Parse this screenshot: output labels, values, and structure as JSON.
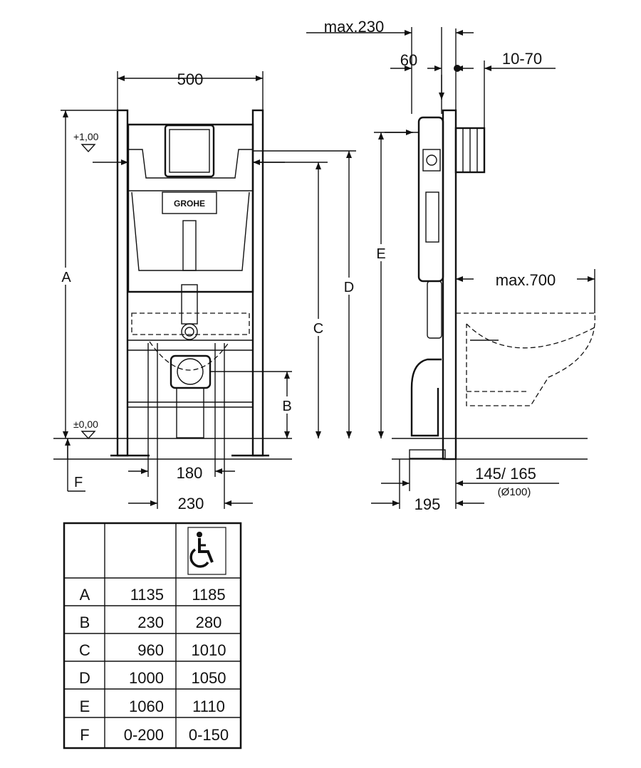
{
  "front_view": {
    "width_label": "500",
    "level_top": "+1,00",
    "level_zero": "±0,00",
    "brand": "GROHE",
    "dim_A": "A",
    "dim_B": "B",
    "dim_C": "C",
    "dim_D": "D",
    "dim_F": "F",
    "dim_180": "180",
    "dim_230": "230"
  },
  "side_view": {
    "max230": "max.230",
    "dim_60": "60",
    "dim_10_70": "10-70",
    "dim_E": "E",
    "max700": "max.700",
    "dim_145_165": "145/ 165",
    "dim_dia": "(Ø100)",
    "dim_195": "195"
  },
  "table": {
    "header_icon": "wheelchair-accessible-icon",
    "rows": [
      {
        "key": "A",
        "std": "1135",
        "acc": "1185"
      },
      {
        "key": "B",
        "std": "230",
        "acc": "280"
      },
      {
        "key": "C",
        "std": "960",
        "acc": "1010"
      },
      {
        "key": "D",
        "std": "1000",
        "acc": "1050"
      },
      {
        "key": "E",
        "std": "1060",
        "acc": "1110"
      },
      {
        "key": "F",
        "std": "0-200",
        "acc": "0-150"
      }
    ]
  }
}
